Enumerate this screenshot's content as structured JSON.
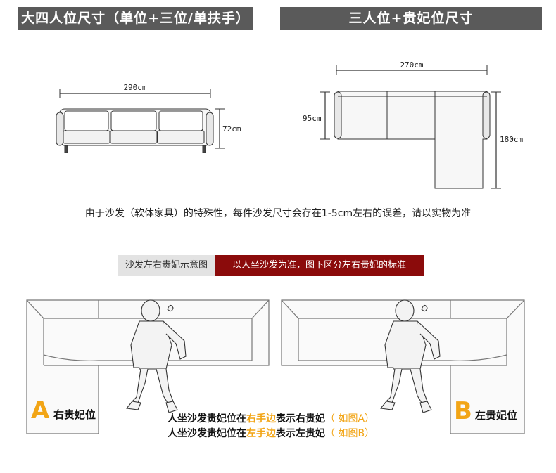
{
  "headers": {
    "left": "大四人位尺寸（单位+三位/单扶手）",
    "right": "三人位+贵妃位尺寸"
  },
  "dimensions": {
    "left_width": "290cm",
    "left_height": "72cm",
    "right_width": "270cm",
    "right_depth": "95cm",
    "right_length": "180cm"
  },
  "note": "由于沙发（软体家具）的特殊性，每件沙发尺寸会存在1-5cm左右的误差，请以实物为准",
  "tags": {
    "grey": "沙发左右贵妃示意图",
    "red": "以人坐沙发为准，图下区分左右贵妃的标准"
  },
  "labels": {
    "a_letter": "A",
    "a_text": "右贵妃位",
    "b_letter": "B",
    "b_text": "左贵妃位"
  },
  "explain": {
    "line1_pre": "人坐沙发贵妃位在",
    "line1_hl": "右手边",
    "line1_mid": "表示右贵妃",
    "line1_ref": "（ 如图A）",
    "line2_pre": "人坐沙发贵妃位在",
    "line2_hl": "左手边",
    "line2_mid": "表示左贵妃",
    "line2_ref": "（ 如图B）"
  },
  "colors": {
    "header_bg": "#5a5a5a",
    "accent_orange": "#f2a516",
    "accent_red": "#8b0b0b"
  }
}
